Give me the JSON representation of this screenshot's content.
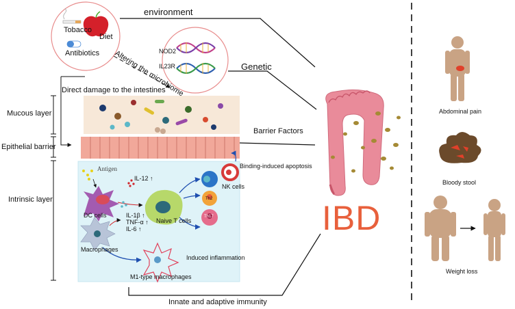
{
  "labels": {
    "environment": "environment",
    "tobacco": "Tobacco",
    "diet": "Diet",
    "antibiotics": "Antibiotics",
    "altering": "Altering the microbiome",
    "nod2": "NOD2",
    "il23r": "IL23R",
    "genetic": "Genetic",
    "direct_damage": "Direct damage to the intestines",
    "mucous_layer": "Mucous layer",
    "epithelial_barrier": "Epithelial barrier",
    "intrinsic_layer": "Intrinsic layer",
    "barrier_factors": "Barrier Factors",
    "antigen": "Antigen",
    "il12": "IL-12 ↑",
    "binding_apoptosis": "Binding-induced apoptosis",
    "nk_cells": "NK cells",
    "dc_cells": "DC cells",
    "il1b": "IL-1β ↑",
    "tnfa": "TNF-α ↑",
    "il6": "IL-6 ↑",
    "naive_t": "Naive T cells",
    "th2": "Th2",
    "th17": "Th17",
    "macrophages": "Macrophages",
    "induced_inflammation": "Induced inflammation",
    "m1_macrophages": "M1-type macrophages",
    "innate_adaptive": "Innate and adaptive immunity",
    "ibd": "IBD",
    "abdominal_pain": "Abdominal pain",
    "bloody_stool": "Bloody stool",
    "weight_loss": "Weight loss"
  },
  "colors": {
    "ibd_text": "#e8603c",
    "colon": "#e98b9a",
    "mucous_bg": "#f7e8d8",
    "intrinsic_bg": "#dff3f8",
    "epithelium": "#f1a89a",
    "body_tan": "#c9a384",
    "stool_brown": "#6b4a2b",
    "dc_purple": "#a35bb0",
    "naive_green": "#b7d86a",
    "nk_red": "#d73a3a",
    "th_blue": "#2b74c7",
    "th2_orange": "#f2a33a",
    "th17_pink": "#e56c8c"
  }
}
